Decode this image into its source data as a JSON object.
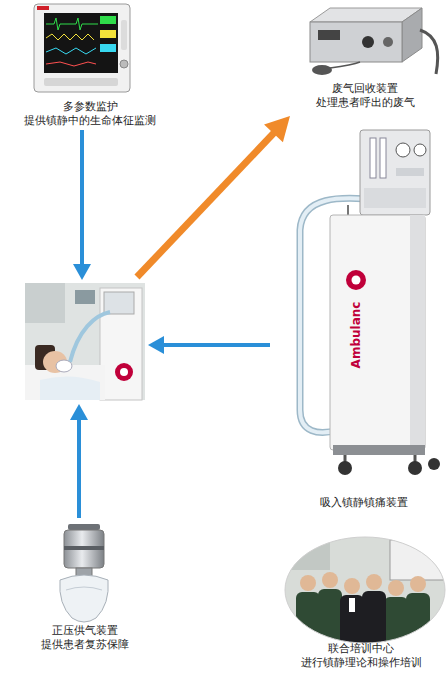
{
  "diagram": {
    "nodes": [
      {
        "text": [
          "多参数监护",
          "提供镇静中的生命体征监测"
        ]
      },
      {
        "text": [
          "废气回收装置",
          "处理患者呼出的废气"
        ]
      },
      {
        "text": []
      },
      {
        "text": [
          "吸入镇静镇痛装置"
        ]
      },
      {
        "text": [
          "正压供气装置",
          "提供患者复苏保障"
        ]
      },
      {
        "text": [
          "联合培训中心",
          "进行镇静理论和操作培训"
        ]
      }
    ],
    "edges": [
      {
        "from": 0,
        "to": 2,
        "arrow": "to"
      },
      {
        "from": 2,
        "to": 1,
        "arrow": "to"
      },
      {
        "from": 3,
        "to": 2,
        "arrow": "to"
      },
      {
        "from": 4,
        "to": 2,
        "arrow": "to"
      }
    ],
    "labels": [
      "Ambulanc"
    ]
  }
}
